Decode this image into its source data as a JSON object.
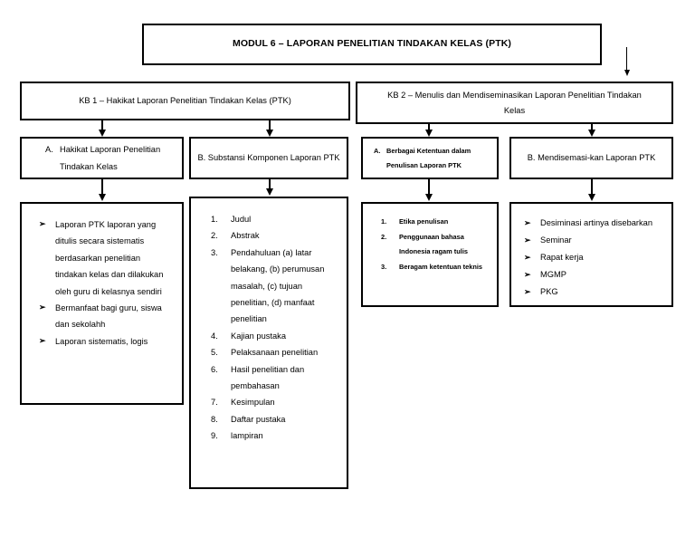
{
  "title": {
    "text": "MODUL 6 – LAPORAN PENELITIAN TINDAKAN KELAS (PTK)"
  },
  "kb": {
    "kb1": "KB 1 – Hakikat Laporan Penelitian Tindakan Kelas (PTK)",
    "kb2_line1": "KB 2 – Menulis dan Mendiseminasikan Laporan Penelitian Tindakan",
    "kb2_line2": "Kelas"
  },
  "sections": {
    "a1": {
      "label": "A.",
      "line1": "Hakikat Laporan Penelitian",
      "line2": "Tindakan Kelas"
    },
    "b1": {
      "text": "B. Substansi Komponen Laporan PTK"
    },
    "a2": {
      "label": "A.",
      "line1": "Berbagai Ketentuan dalam",
      "line2": "Penulisan Laporan PTK"
    },
    "b2": {
      "text": "B. Mendisemasi-kan Laporan PTK"
    }
  },
  "content": {
    "box1": {
      "bullet_glyph": "➢",
      "items": [
        "Laporan PTK laporan yang ditulis secara sistematis berdasarkan penelitian tindakan kelas dan dilakukan oleh guru di kelasnya sendiri",
        "Bermanfaat bagi guru, siswa dan sekolahh",
        "Laporan sistematis, logis"
      ]
    },
    "box2": {
      "items": [
        {
          "num": "1.",
          "text": "Judul"
        },
        {
          "num": "2.",
          "text": "Abstrak"
        },
        {
          "num": "3.",
          "text": "Pendahuluan (a) latar belakang, (b) perumusan masalah, (c) tujuan penelitian, (d) manfaat penelitian"
        },
        {
          "num": "4.",
          "text": "Kajian pustaka"
        },
        {
          "num": "5.",
          "text": "Pelaksanaan penelitian"
        },
        {
          "num": "6.",
          "text": "Hasil penelitian dan pembahasan"
        },
        {
          "num": "7.",
          "text": "Kesimpulan"
        },
        {
          "num": "8.",
          "text": "Daftar pustaka"
        },
        {
          "num": "9.",
          "text": "lampiran"
        }
      ]
    },
    "box3": {
      "items": [
        {
          "num": "1.",
          "text": "Etika penulisan"
        },
        {
          "num": "2.",
          "text": "Penggunaan bahasa Indonesia ragam tulis"
        },
        {
          "num": "3.",
          "text": "Beragam ketentuan teknis"
        }
      ]
    },
    "box4": {
      "bullet_glyph": "➢",
      "items": [
        "Desiminasi artinya disebarkan",
        "Seminar",
        "Rapat kerja",
        "MGMP",
        "PKG"
      ]
    }
  },
  "colors": {
    "stroke": "#000000",
    "background": "#ffffff"
  }
}
